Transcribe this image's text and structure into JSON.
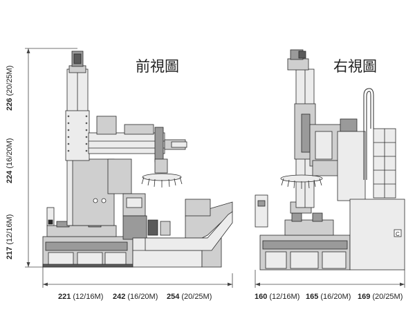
{
  "views": {
    "front": {
      "title": "前視圖"
    },
    "right": {
      "title": "右視圖"
    }
  },
  "height_dims": [
    {
      "value": "217",
      "models": "(12/16M)"
    },
    {
      "value": "224",
      "models": "(16/20M)"
    },
    {
      "value": "226",
      "models": "(20/25M)"
    }
  ],
  "front_width_dims": [
    {
      "value": "221",
      "models": "(12/16M)"
    },
    {
      "value": "242",
      "models": "(16/20M)"
    },
    {
      "value": "254",
      "models": "(20/25M)"
    }
  ],
  "side_width_dims": [
    {
      "value": "160",
      "models": "(12/16M)"
    },
    {
      "value": "165",
      "models": "(16/20M)"
    },
    {
      "value": "169",
      "models": "(20/25M)"
    }
  ],
  "panel_label": "C"
}
